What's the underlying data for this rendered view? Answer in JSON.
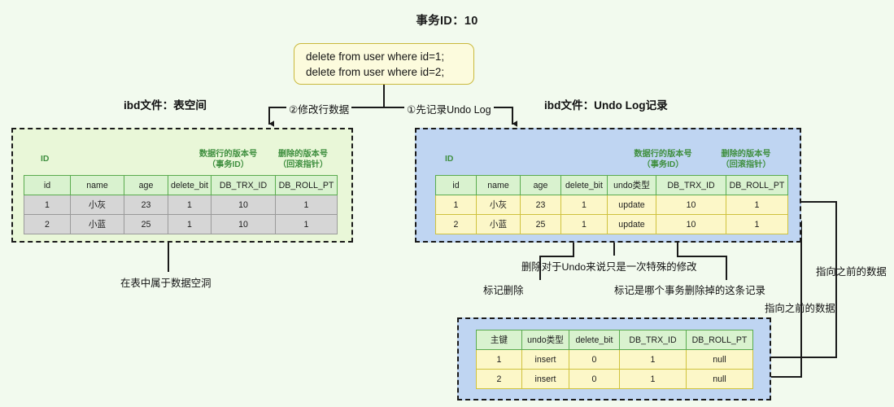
{
  "header": {
    "transaction_label": "事务ID：10"
  },
  "sql_box": {
    "lines": [
      "delete from user where id=1;",
      "delete from user where id=2;"
    ]
  },
  "connectors": {
    "step1_label": "①先记录Undo Log",
    "step2_label": "②修改行数据"
  },
  "regions": {
    "left_title": "ibd文件：表空间",
    "right_title": "ibd文件：Undo Log记录"
  },
  "left_table": {
    "id_caption": "ID",
    "group_captions": [
      {
        "line1": "数据行的版本号",
        "line2": "（事务ID）"
      },
      {
        "line1": "删除的版本号",
        "line2": "（回滚指针）"
      }
    ],
    "columns": [
      "id",
      "name",
      "age",
      "delete_bit",
      "DB_TRX_ID",
      "DB_ROLL_PT"
    ],
    "rows": [
      [
        "1",
        "小灰",
        "23",
        "1",
        "10",
        "1"
      ],
      [
        "2",
        "小蓝",
        "25",
        "1",
        "10",
        "1"
      ]
    ]
  },
  "right_table": {
    "id_caption": "ID",
    "group_captions": [
      {
        "line1": "数据行的版本号",
        "line2": "（事务ID）"
      },
      {
        "line1": "删除的版本号",
        "line2": "（回滚指针）"
      }
    ],
    "columns": [
      "id",
      "name",
      "age",
      "delete_bit",
      "undo类型",
      "DB_TRX_ID",
      "DB_ROLL_PT"
    ],
    "rows": [
      [
        "1",
        "小灰",
        "23",
        "1",
        "update",
        "10",
        "1"
      ],
      [
        "2",
        "小蓝",
        "25",
        "1",
        "update",
        "10",
        "1"
      ]
    ]
  },
  "bottom_table": {
    "columns": [
      "主键",
      "undo类型",
      "delete_bit",
      "DB_TRX_ID",
      "DB_ROLL_PT"
    ],
    "rows": [
      [
        "1",
        "insert",
        "0",
        "1",
        "null"
      ],
      [
        "2",
        "insert",
        "0",
        "1",
        "null"
      ]
    ]
  },
  "notes": {
    "data_hole": "在表中属于数据空洞",
    "mark_delete": "标记删除",
    "special_update": "删除对于Undo来说只是一次特殊的修改",
    "which_trx": "标记是哪个事务删除掉的这条记录",
    "point_prev_1": "指向之前的数据",
    "point_prev_2": "指向之前的数据"
  },
  "colors": {
    "background": "#f2faee",
    "sql_fill": "#fcfbdd",
    "sql_border": "#c9b93c",
    "tablespace_fill": "#e9f7d8",
    "undo_fill": "#bfd5f2",
    "header_green": "#d9f2cf",
    "header_green_border": "#5aab4e",
    "row_grey": "#d6d6d6",
    "row_yellow": "#fcf7c8",
    "row_yellow_border": "#cfc23e",
    "caption_green": "#3f8f3f",
    "line_black": "#1a1a1a"
  }
}
